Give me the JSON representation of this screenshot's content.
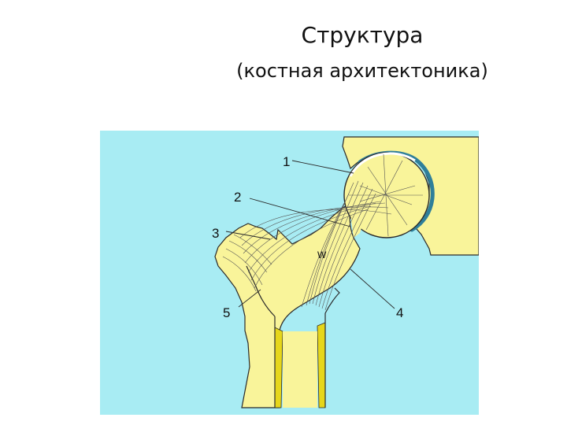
{
  "slide": {
    "title": "Структура",
    "subtitle": "(костная архитектоника)"
  },
  "diagram": {
    "labels": [
      "1",
      "2",
      "3",
      "4",
      "5",
      "W"
    ],
    "colors": {
      "background": "#a8ecf3",
      "bone": "#f9f49a",
      "bone_dark": "#e6d61a",
      "outline": "#2a2a2a",
      "cartilage": "#2f7f9a"
    }
  }
}
